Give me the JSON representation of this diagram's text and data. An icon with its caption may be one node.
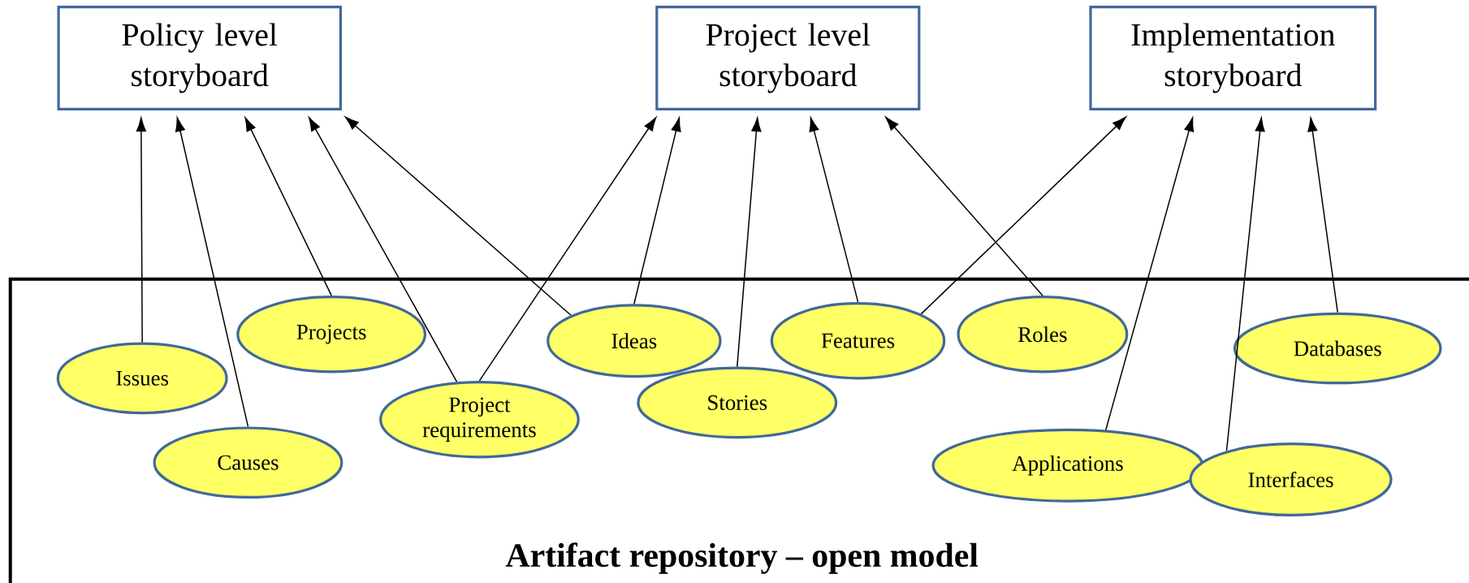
{
  "diagram": {
    "nodes": [
      {
        "text": [
          "Policy level storyboard"
        ]
      },
      {
        "text": [
          "Project level storyboard"
        ]
      },
      {
        "text": [
          "Implementation storyboard"
        ]
      },
      {
        "text": [
          "Artifact repository – open model"
        ]
      },
      {
        "text": [
          "Issues"
        ],
        "in": 3
      },
      {
        "text": [
          "Causes"
        ],
        "in": 3
      },
      {
        "text": [
          "Projects"
        ],
        "in": 3
      },
      {
        "text": [
          "Project requirements"
        ],
        "in": 3
      },
      {
        "text": [
          "Ideas"
        ],
        "in": 3
      },
      {
        "text": [
          "Stories"
        ],
        "in": 3
      },
      {
        "text": [
          "Features"
        ],
        "in": 3
      },
      {
        "text": [
          "Roles"
        ],
        "in": 3
      },
      {
        "text": [
          "Databases"
        ],
        "in": 3
      },
      {
        "text": [
          "Applications"
        ],
        "in": 3
      },
      {
        "text": [
          "Interfaces"
        ],
        "in": 3
      }
    ],
    "edges": [
      {
        "from": 4,
        "to": 0,
        "arrow": "to"
      },
      {
        "from": 5,
        "to": 0,
        "arrow": "to"
      },
      {
        "from": 6,
        "to": 0,
        "arrow": "to"
      },
      {
        "from": 7,
        "to": 0,
        "arrow": "to"
      },
      {
        "from": 8,
        "to": 0,
        "arrow": "to"
      },
      {
        "from": 7,
        "to": 1,
        "arrow": "to"
      },
      {
        "from": 8,
        "to": 1,
        "arrow": "to"
      },
      {
        "from": 9,
        "to": 1,
        "arrow": "to"
      },
      {
        "from": 10,
        "to": 1,
        "arrow": "to"
      },
      {
        "from": 11,
        "to": 1,
        "arrow": "to"
      },
      {
        "from": 10,
        "to": 2,
        "arrow": "to"
      },
      {
        "from": 13,
        "to": 2,
        "arrow": "to"
      },
      {
        "from": 14,
        "to": 2,
        "arrow": "to"
      },
      {
        "from": 12,
        "to": 2,
        "arrow": "to"
      }
    ]
  }
}
